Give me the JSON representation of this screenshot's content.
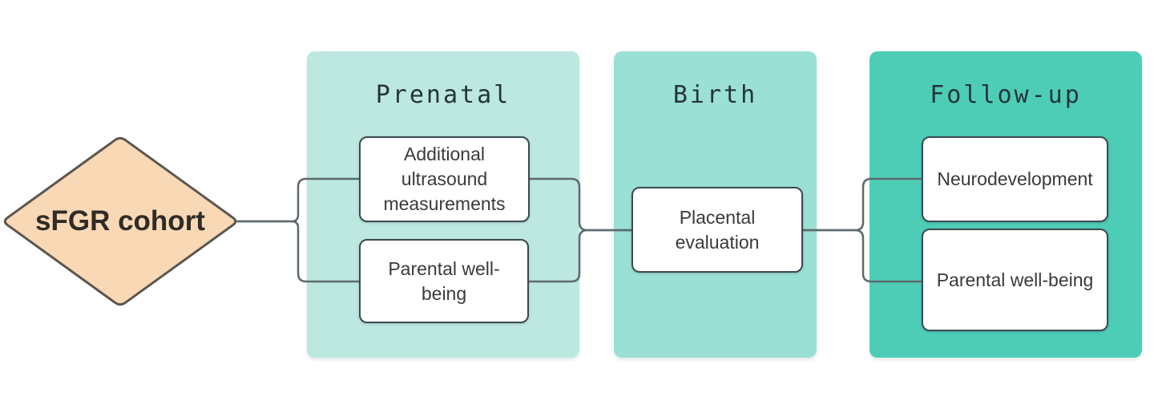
{
  "diagram": {
    "cohort_node": {
      "label": "sFGR cohort"
    },
    "stages": [
      {
        "label": "Prenatal",
        "panel_color": "#bde8e0",
        "boxes": [
          {
            "label": "Additional ultrasound measurements"
          },
          {
            "label": "Parental well-being"
          }
        ]
      },
      {
        "label": "Birth",
        "panel_color": "#9be0d4",
        "boxes": [
          {
            "label": "Placental evaluation"
          }
        ]
      },
      {
        "label": "Follow-up",
        "panel_color": "#4ecdb6",
        "boxes": [
          {
            "label": "Neurodevelopment"
          },
          {
            "label": "Parental well-being"
          }
        ]
      }
    ],
    "colors": {
      "diamond_fill": "#f9d8b5",
      "diamond_border": "#5b564f",
      "connector": "#5c6a6d",
      "box_border": "#3c4a52",
      "heading_text": "#243539",
      "background": "#ffffff"
    }
  }
}
